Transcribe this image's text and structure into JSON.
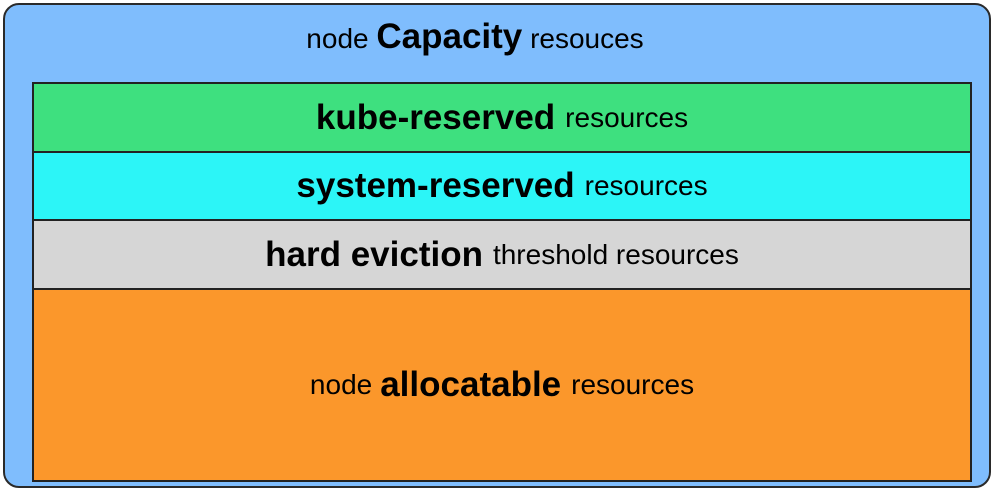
{
  "capacity": {
    "prefix": "node",
    "bold": "Capacity",
    "suffix": "resouces"
  },
  "layers": {
    "kube": {
      "bold": "kube-reserved",
      "suffix": "resources"
    },
    "system": {
      "bold": "system-reserved",
      "suffix": "resources"
    },
    "eviction": {
      "bold": "hard eviction",
      "suffix": "threshold resources"
    },
    "allocatable": {
      "prefix": "node",
      "bold": "allocatable",
      "suffix": "resources"
    }
  },
  "colors": {
    "capacity": "#7fbdfd",
    "kube_reserved": "#3ee07f",
    "system_reserved": "#2cf5f7",
    "hard_eviction": "#d6d6d6",
    "allocatable": "#fb972b"
  }
}
